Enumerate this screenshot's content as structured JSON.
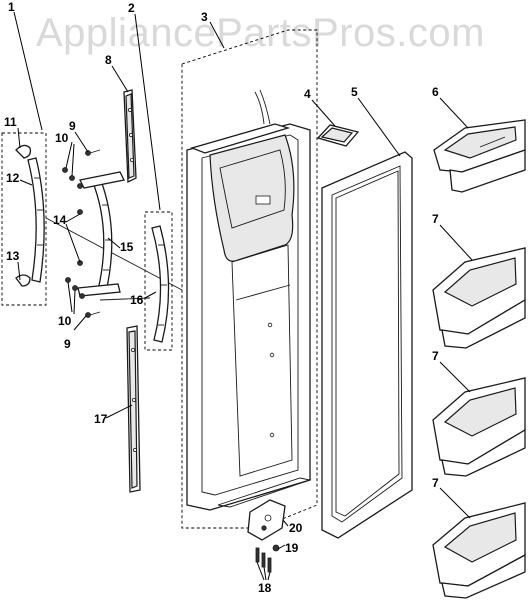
{
  "watermark": "AppliancePartsPros.com",
  "callouts": {
    "c1": "1",
    "c2": "2",
    "c3": "3",
    "c4": "4",
    "c5": "5",
    "c6": "6",
    "c7a": "7",
    "c7b": "7",
    "c7c": "7",
    "c8": "8",
    "c9a": "9",
    "c9b": "9",
    "c10a": "10",
    "c10b": "10",
    "c11": "11",
    "c12": "12",
    "c13": "13",
    "c14": "14",
    "c15": "15",
    "c16": "16",
    "c17": "17",
    "c18": "18",
    "c19": "19",
    "c20": "20"
  }
}
